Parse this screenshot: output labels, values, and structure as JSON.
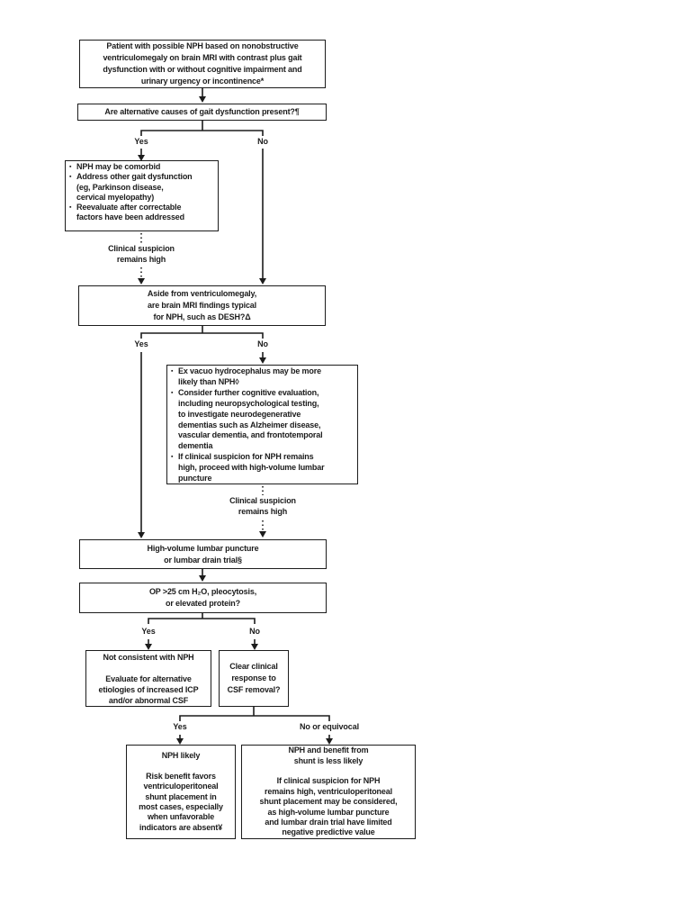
{
  "palette": {
    "ink": "#1c1c1c",
    "background": "#ffffff"
  },
  "glyphs": {
    "bullet": "▪"
  },
  "labels": {
    "yes": "Yes",
    "no": "No",
    "no_or_equivocal": "No or equivocal"
  },
  "nodes": {
    "start": "Patient with possible NPH based on nonobstructive\nventriculomegaly on brain MRI with contrast plus gait\ndysfunction with or without cognitive impairment and\nurinary urgency or incontinence*",
    "gait_question": "Are alternative causes of gait dysfunction present?¶",
    "comorbid_bullets": [
      "NPH may be comorbid",
      "Address other gait dysfunction\n(eg, Parkinson disease,\ncervical myelopathy)",
      "Reevaluate after correctable\nfactors have been addressed"
    ],
    "clinical_suspicion": "Clinical suspicion\nremains high",
    "mri_question": "Aside from ventriculomegaly,\nare brain MRI findings typical\nfor NPH, such as DESH?Δ",
    "exvacuo_bullets": [
      "Ex vacuo hydrocephalus may be more\nlikely than NPH◊",
      "Consider further cognitive evaluation,\nincluding neuropsychological testing,\nto investigate neurodegenerative\ndementias such as Alzheimer disease,\nvascular dementia, and frontotemporal\ndementia",
      "If clinical suspicion for NPH remains\nhigh, proceed with high-volume lumbar\npuncture"
    ],
    "lumbar_puncture": "High-volume lumbar puncture\nor lumbar drain trial§",
    "op_question": "OP >25 cm H₂O, pleocytosis,\nor elevated protein?",
    "not_consistent": "Not consistent with NPH\n\nEvaluate for alternative\netiologies of increased ICP\nand/or abnormal CSF",
    "csf_question": "Clear clinical\nresponse to\nCSF removal?",
    "nph_likely": "NPH likely\n\nRisk benefit favors\nventriculoperitoneal\nshunt placement in\nmost cases, especially\nwhen unfavorable\nindicators are absent¥",
    "shunt_less_likely": "NPH and benefit from\nshunt is less likely\n\nIf clinical suspicion for NPH\nremains high, ventriculoperitoneal\nshunt placement may be considered,\nas high-volume lumbar puncture\nand lumbar drain trial have limited\nnegative predictive value"
  }
}
